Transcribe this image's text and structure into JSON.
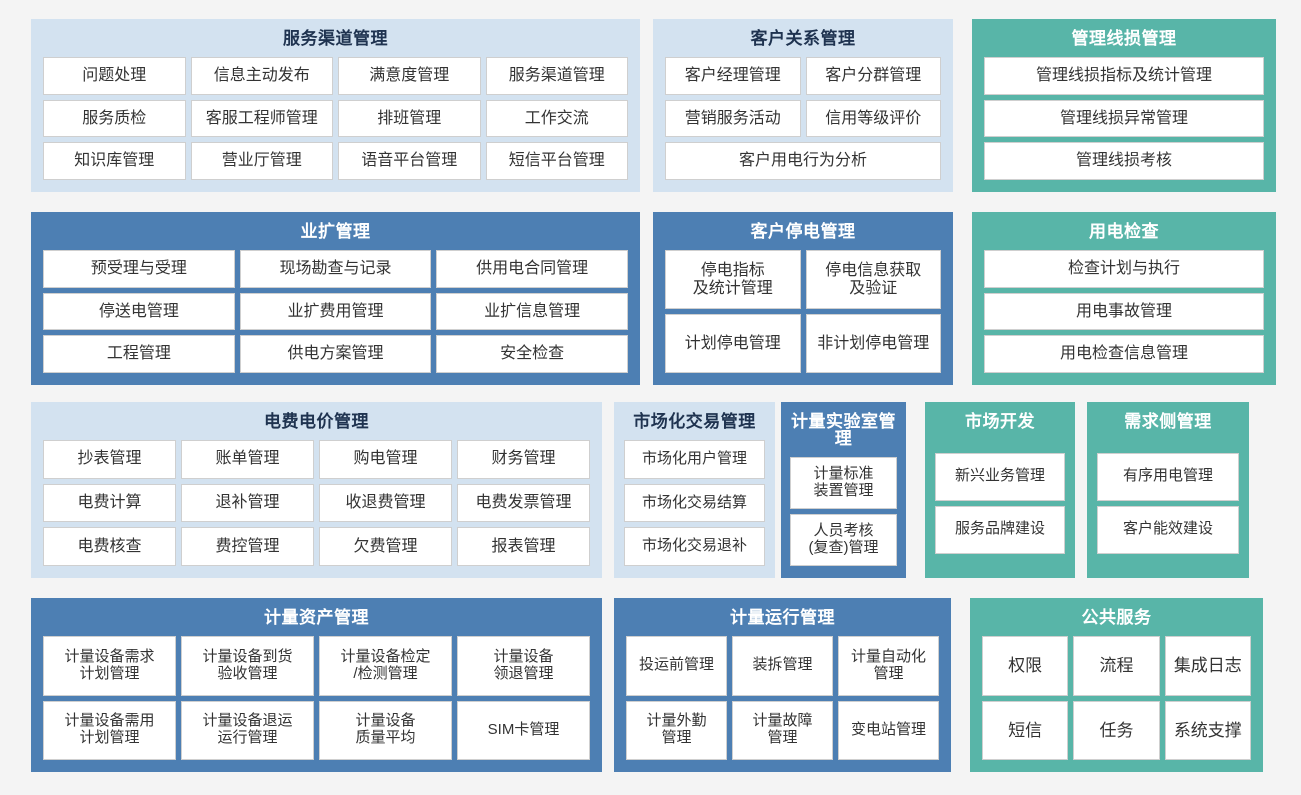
{
  "colors": {
    "light_panel_bg": "#d3e2f0",
    "blue_panel_bg": "#4d7fb3",
    "teal_panel_bg": "#58b5a8",
    "tile_bg": "#ffffff",
    "tile_text": "#333333",
    "dark_title_text": "#1f3350",
    "light_title_text": "#ffffff",
    "page_bg": "#f4f4f4"
  },
  "rows": [
    {
      "panels": [
        {
          "title": "服务渠道管理",
          "style": "light",
          "tiles": [
            [
              "问题处理",
              "信息主动发布",
              "满意度管理",
              "服务渠道管理"
            ],
            [
              "服务质检",
              "客服工程师管理",
              "排班管理",
              "工作交流"
            ],
            [
              "知识库管理",
              "营业厅管理",
              "语音平台管理",
              "短信平台管理"
            ]
          ]
        },
        {
          "title": "客户关系管理",
          "style": "light",
          "tiles": [
            [
              "客户经理管理",
              "客户分群管理"
            ],
            [
              "营销服务活动",
              "信用等级评价"
            ],
            [
              "客户用电行为分析"
            ]
          ]
        },
        {
          "title": "管理线损管理",
          "style": "teal",
          "tiles": [
            [
              "管理线损指标及统计管理"
            ],
            [
              "管理线损异常管理"
            ],
            [
              "管理线损考核"
            ]
          ]
        }
      ]
    },
    {
      "panels": [
        {
          "title": "业扩管理",
          "style": "blue",
          "tiles": [
            [
              "预受理与受理",
              "现场勘查与记录",
              "供用电合同管理"
            ],
            [
              "停送电管理",
              "业扩费用管理",
              "业扩信息管理"
            ],
            [
              "工程管理",
              "供电方案管理",
              "安全检查"
            ]
          ]
        },
        {
          "title": "客户停电管理",
          "style": "blue",
          "tiles": [
            [
              "停电指标\n及统计管理",
              "停电信息获取\n及验证"
            ],
            [
              "计划停电管理",
              "非计划停电管理"
            ]
          ]
        },
        {
          "title": "用电检查",
          "style": "teal",
          "tiles": [
            [
              "检查计划与执行"
            ],
            [
              "用电事故管理"
            ],
            [
              "用电检查信息管理"
            ]
          ]
        }
      ]
    },
    {
      "panels": [
        {
          "title": "电费电价管理",
          "style": "light",
          "tiles": [
            [
              "抄表管理",
              "账单管理",
              "购电管理",
              "财务管理"
            ],
            [
              "电费计算",
              "退补管理",
              "收退费管理",
              "电费发票管理"
            ],
            [
              "电费核查",
              "费控管理",
              "欠费管理",
              "报表管理"
            ]
          ]
        },
        {
          "title": "市场化交易管理",
          "style": "light",
          "tiles": [
            [
              "市场化用户管理"
            ],
            [
              "市场化交易结算"
            ],
            [
              "市场化交易退补"
            ]
          ]
        },
        {
          "title": "计量实验室管理",
          "style": "blue",
          "tiles": [
            [
              "计量标准\n装置管理"
            ],
            [
              "人员考核\n(复查)管理"
            ]
          ]
        },
        {
          "title": "市场开发",
          "style": "teal",
          "tiles": [
            [
              "新兴业务管理"
            ],
            [
              "服务品牌建设"
            ]
          ]
        },
        {
          "title": "需求侧管理",
          "style": "teal",
          "tiles": [
            [
              "有序用电管理"
            ],
            [
              "客户能效建设"
            ]
          ]
        }
      ]
    },
    {
      "panels": [
        {
          "title": "计量资产管理",
          "style": "blue",
          "tiles": [
            [
              "计量设备需求\n计划管理",
              "计量设备到货\n验收管理",
              "计量设备检定\n/检测管理",
              "计量设备\n领退管理"
            ],
            [
              "计量设备需用\n计划管理",
              "计量设备退运\n运行管理",
              "计量设备\n质量平均",
              "SIM卡管理"
            ]
          ]
        },
        {
          "title": "计量运行管理",
          "style": "blue",
          "tiles": [
            [
              "投运前管理",
              "装拆管理",
              "计量自动化\n管理"
            ],
            [
              "计量外勤\n管理",
              "计量故障\n管理",
              "变电站管理"
            ]
          ]
        },
        {
          "title": "公共服务",
          "style": "teal",
          "tiles": [
            [
              "权限",
              "流程",
              "集成日志"
            ],
            [
              "短信",
              "任务",
              "系统支撑"
            ]
          ]
        }
      ]
    }
  ]
}
